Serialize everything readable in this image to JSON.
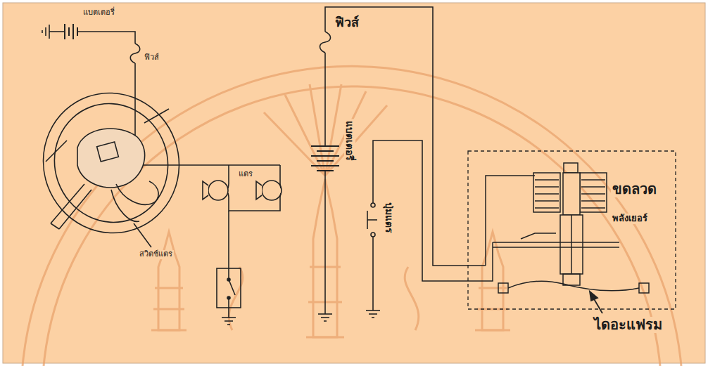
{
  "diagram": {
    "labels": [
      "แบตเตอรี่",
      "ฟิวส์",
      "แตร",
      "สวิตช์แตร",
      "ฟิวส์",
      "แบตเตอรี่",
      "ปุ่มแตร",
      "ขดลวด",
      "พลังเยอร์",
      "ไดอะแฟรม"
    ]
  }
}
